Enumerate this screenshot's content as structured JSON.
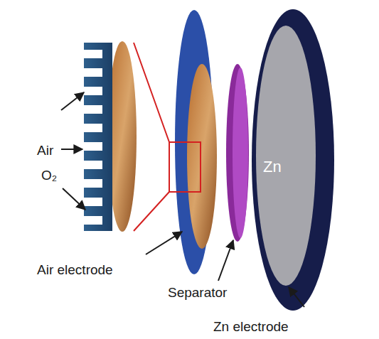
{
  "diagram": {
    "nodes": [
      {
        "text": [
          "Zn"
        ]
      }
    ],
    "labels": [
      "Air",
      "O₂",
      "Air electrode",
      "Separator",
      "Zn electrode"
    ]
  }
}
